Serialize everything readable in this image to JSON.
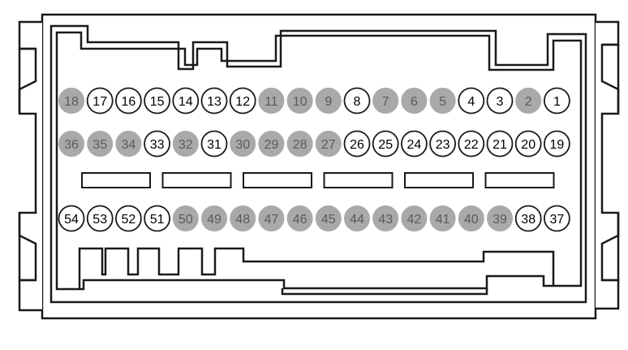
{
  "connector": {
    "rows": [
      [
        {
          "label": "18",
          "filled": true
        },
        {
          "label": "17",
          "filled": false
        },
        {
          "label": "16",
          "filled": false
        },
        {
          "label": "15",
          "filled": false
        },
        {
          "label": "14",
          "filled": false
        },
        {
          "label": "13",
          "filled": false
        },
        {
          "label": "12",
          "filled": false
        },
        {
          "label": "11",
          "filled": true
        },
        {
          "label": "10",
          "filled": true
        },
        {
          "label": "9",
          "filled": true
        },
        {
          "label": "8",
          "filled": false
        },
        {
          "label": "7",
          "filled": true
        },
        {
          "label": "6",
          "filled": true
        },
        {
          "label": "5",
          "filled": true
        },
        {
          "label": "4",
          "filled": false
        },
        {
          "label": "3",
          "filled": false
        },
        {
          "label": "2",
          "filled": true
        },
        {
          "label": "1",
          "filled": false
        }
      ],
      [
        {
          "label": "36",
          "filled": true
        },
        {
          "label": "35",
          "filled": true
        },
        {
          "label": "34",
          "filled": true
        },
        {
          "label": "33",
          "filled": false
        },
        {
          "label": "32",
          "filled": true
        },
        {
          "label": "31",
          "filled": false
        },
        {
          "label": "30",
          "filled": true
        },
        {
          "label": "29",
          "filled": true
        },
        {
          "label": "28",
          "filled": true
        },
        {
          "label": "27",
          "filled": true
        },
        {
          "label": "26",
          "filled": false
        },
        {
          "label": "25",
          "filled": false
        },
        {
          "label": "24",
          "filled": false
        },
        {
          "label": "23",
          "filled": false
        },
        {
          "label": "22",
          "filled": false
        },
        {
          "label": "21",
          "filled": false
        },
        {
          "label": "20",
          "filled": false
        },
        {
          "label": "19",
          "filled": false
        }
      ],
      [
        {
          "label": "54",
          "filled": false
        },
        {
          "label": "53",
          "filled": false
        },
        {
          "label": "52",
          "filled": false
        },
        {
          "label": "51",
          "filled": false
        },
        {
          "label": "50",
          "filled": true
        },
        {
          "label": "49",
          "filled": true
        },
        {
          "label": "48",
          "filled": true
        },
        {
          "label": "47",
          "filled": true
        },
        {
          "label": "46",
          "filled": true
        },
        {
          "label": "45",
          "filled": true
        },
        {
          "label": "44",
          "filled": true
        },
        {
          "label": "43",
          "filled": true
        },
        {
          "label": "42",
          "filled": true
        },
        {
          "label": "41",
          "filled": true
        },
        {
          "label": "40",
          "filled": true
        },
        {
          "label": "39",
          "filled": true
        },
        {
          "label": "38",
          "filled": false
        },
        {
          "label": "37",
          "filled": false
        }
      ]
    ],
    "slot_count": 6
  },
  "colors": {
    "outline": "#1a1a1a",
    "filled_pin": "#a9a9a9",
    "filled_text": "#5a5a5a",
    "empty_pin": "#ffffff",
    "empty_text": "#000000"
  }
}
